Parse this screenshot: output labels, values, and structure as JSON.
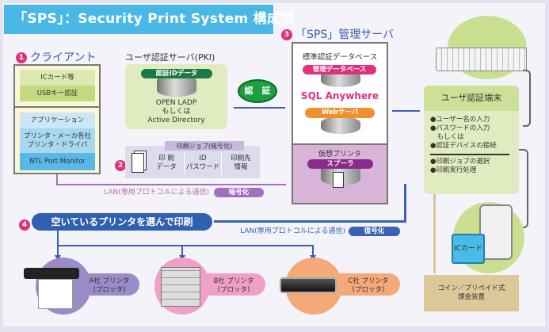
{
  "title": "「SPS」：Security Print System 構成図",
  "client": {
    "num": "1",
    "heading": "クライアント",
    "ic": "ICカード等",
    "usb": "USBキー認証",
    "app": "アプリケーション",
    "driver1": "プリンタ・メーカ各社",
    "driver2": "プリンタ・ドライバ",
    "port": "NTL Port Monitor"
  },
  "pki": {
    "heading": "ユーザ認証サーバ(PKI)",
    "badge": "認証IDデータ",
    "line1": "OPEN LADP",
    "line2": "もしくは",
    "line3": "Active Directory"
  },
  "auth": "認　証",
  "job": {
    "num": "2",
    "header": "印刷ジョブ(暗号化)",
    "c1a": "印 刷",
    "c1b": "データ",
    "c2a": "ID",
    "c2b": "パスワード",
    "c3a": "印刷先",
    "c3b": "情報"
  },
  "lan1": {
    "text": "LAN(専用プロトコルによる通信)",
    "badge": "暗号化"
  },
  "server": {
    "num": "3",
    "heading": "「SPS」管理サーバ",
    "db_title": "標準認証データベース",
    "db_badge": "管理データベース",
    "sql": "SQL Anywhere",
    "web": "Webサーバ",
    "vp": "仮想プリンタ",
    "spool": "スプーラ"
  },
  "terminal": {
    "heading": "ユーザ認証端末",
    "items": [
      "●ユーザー名の入力",
      "●パスワードの入力",
      "　もしくは",
      "●認証デバイスの接続"
    ],
    "items2": [
      "●印刷ジョブの選択",
      "●印刷実行処理"
    ]
  },
  "iccard": "ICカード",
  "coin": {
    "l1": "コイン／プリペイド式",
    "l2": "課金装置"
  },
  "step4": {
    "num": "4",
    "text": "空いているプリンタを選んで印刷"
  },
  "lan2": {
    "text": "LAN(専用プロトコルによる通信)",
    "badge": "復号化"
  },
  "printers": [
    {
      "l1": "A社 プリンタ",
      "l2": "(プロッタ)"
    },
    {
      "l1": "B社 プリンタ",
      "l2": "(プロッタ)"
    },
    {
      "l1": "C社 プリンタ",
      "l2": "(プロッタ)"
    }
  ],
  "colors": {
    "title": "#4ab8e6",
    "accent_blue": "#3a62b4",
    "magenta": "#e0307a",
    "green": "#1aa040"
  }
}
